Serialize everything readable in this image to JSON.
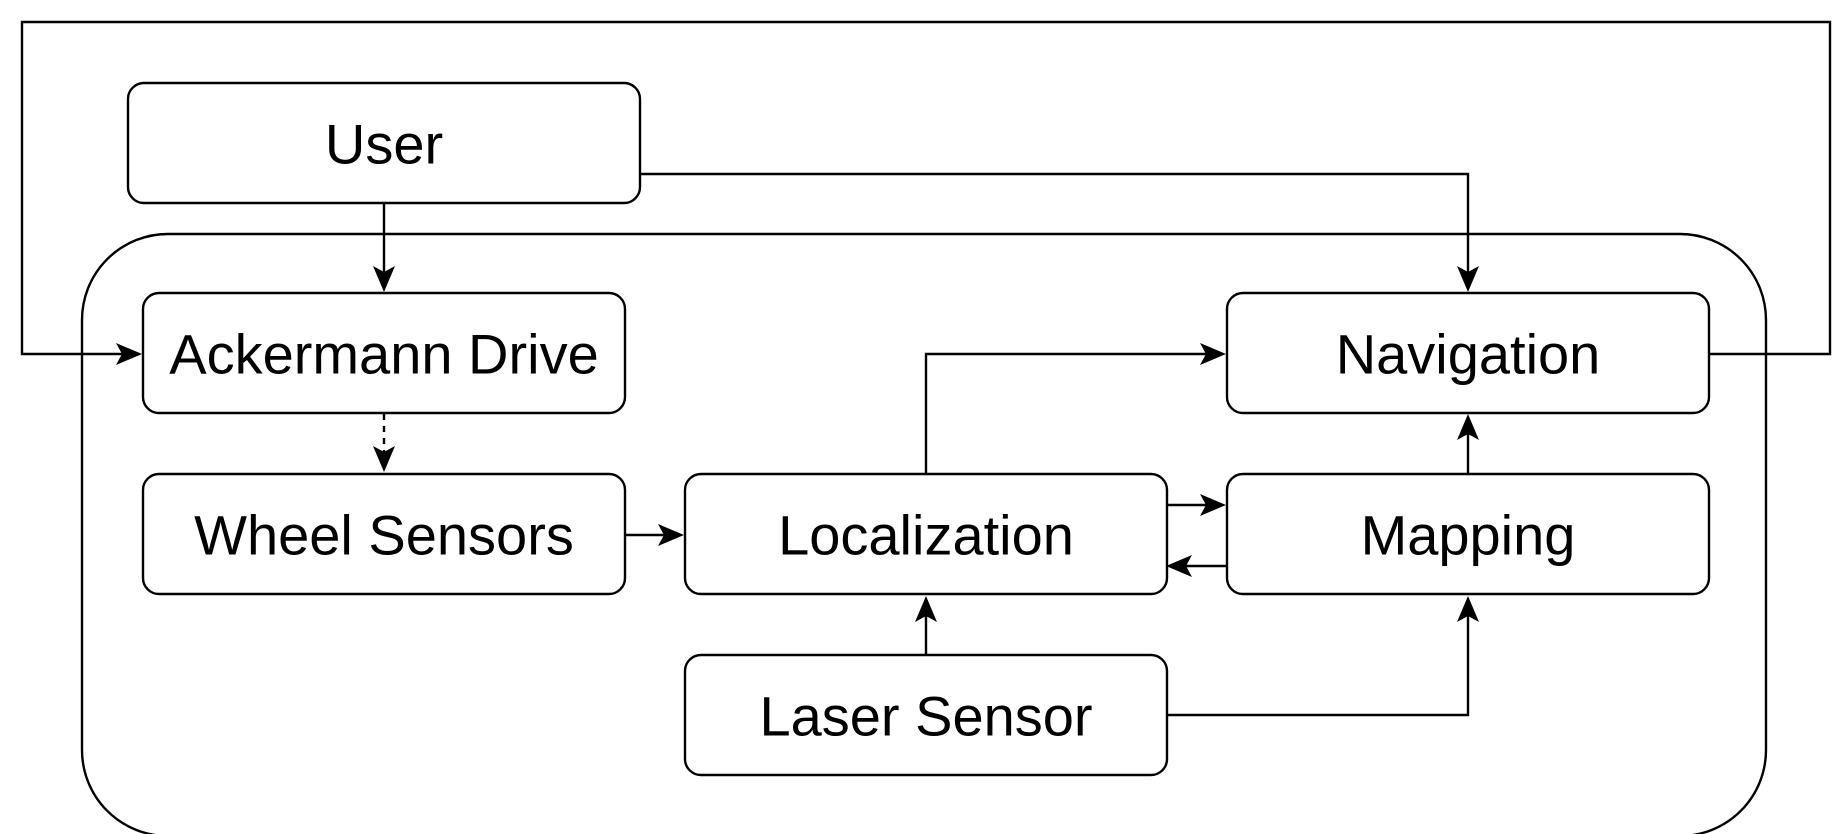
{
  "diagram": {
    "colors": {
      "stroke": "#000000",
      "fill": "#ffffff",
      "text": "#000000"
    },
    "nodes": {
      "user": {
        "label": "User"
      },
      "ackermann_drive": {
        "label": "Ackermann Drive"
      },
      "wheel_sensors": {
        "label": "Wheel Sensors"
      },
      "localization": {
        "label": "Localization"
      },
      "laser_sensor": {
        "label": "Laser Sensor"
      },
      "navigation": {
        "label": "Navigation"
      },
      "mapping": {
        "label": "Mapping"
      }
    },
    "edges": [
      {
        "from": "User",
        "to": "Ackermann Drive",
        "style": "solid"
      },
      {
        "from": "User",
        "to": "Navigation",
        "style": "solid"
      },
      {
        "from": "Navigation",
        "to": "Ackermann Drive",
        "style": "solid"
      },
      {
        "from": "Ackermann Drive",
        "to": "Wheel Sensors",
        "style": "dashed"
      },
      {
        "from": "Wheel Sensors",
        "to": "Localization",
        "style": "solid"
      },
      {
        "from": "Localization",
        "to": "Navigation",
        "style": "solid"
      },
      {
        "from": "Localization",
        "to": "Mapping",
        "style": "solid"
      },
      {
        "from": "Mapping",
        "to": "Localization",
        "style": "solid"
      },
      {
        "from": "Mapping",
        "to": "Navigation",
        "style": "solid"
      },
      {
        "from": "Laser Sensor",
        "to": "Localization",
        "style": "solid"
      },
      {
        "from": "Laser Sensor",
        "to": "Mapping",
        "style": "solid"
      }
    ]
  }
}
